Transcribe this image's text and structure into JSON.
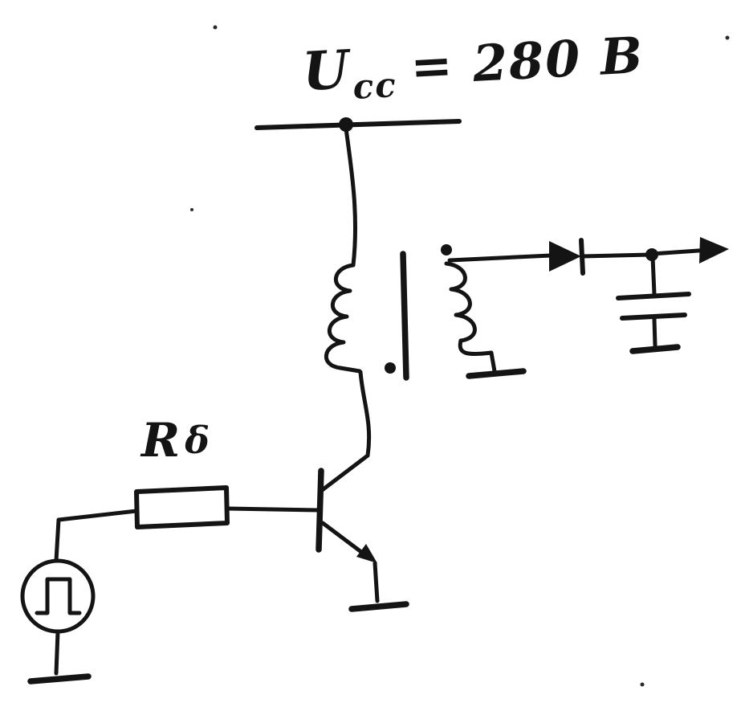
{
  "page": {
    "background_color": "#ffffff",
    "ink_color": "#141414"
  },
  "labels": {
    "supply": {
      "symbol": "U",
      "subscript": "cc",
      "value": "= 280 В"
    },
    "resistor": {
      "symbol": "R",
      "subscript": "δ"
    }
  },
  "component_icons": [
    "supply-rail",
    "supply-node-dot",
    "transformer-primary-winding",
    "transformer-core",
    "transformer-secondary-winding",
    "primary-polarity-dot",
    "secondary-polarity-dot",
    "rectifier-diode",
    "output-node-dot",
    "output-arrow",
    "output-capacitor",
    "npn-transistor",
    "emitter-arrow",
    "base-resistor",
    "pulse-generator",
    "ground-symbol"
  ]
}
